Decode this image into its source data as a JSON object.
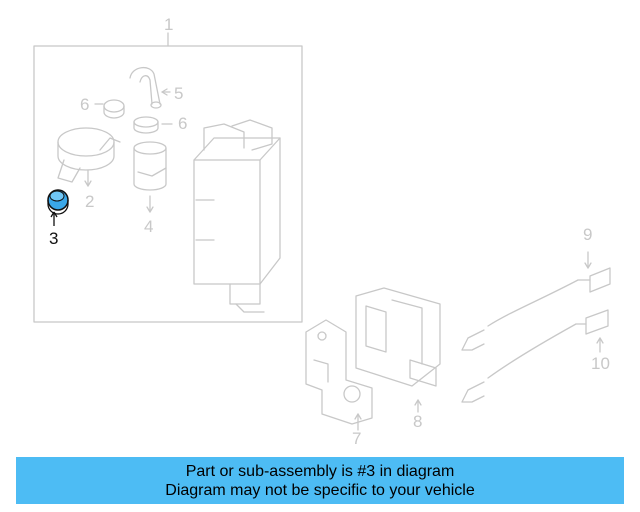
{
  "callouts": {
    "c1": "1",
    "c2": "2",
    "c3": "3",
    "c4": "4",
    "c5": "5",
    "c6a": "6",
    "c6b": "6",
    "c7": "7",
    "c8": "8",
    "c9": "9",
    "c10": "10"
  },
  "banner": {
    "line1": "Part or sub-assembly is #3 in diagram",
    "line2": "Diagram may not be specific to your vehicle"
  },
  "colors": {
    "banner_bg": "#4dbcf4",
    "highlight_part": "#3aa7e8",
    "faded_lines": "#c8c8c8"
  }
}
